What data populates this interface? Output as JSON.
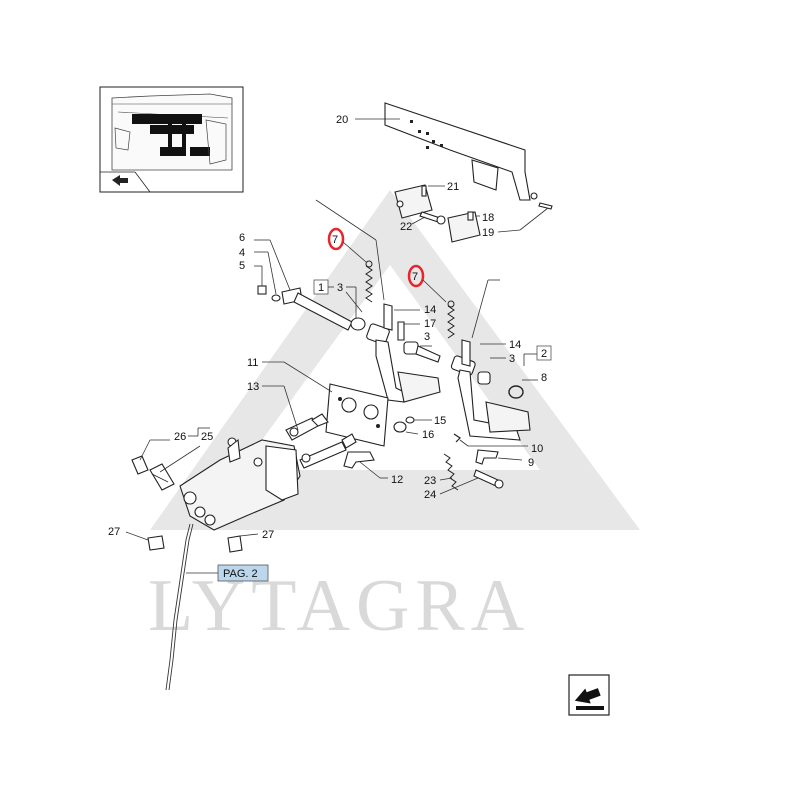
{
  "watermark": {
    "text": "LYTAGRA",
    "color": "#cfcfcf"
  },
  "page_ref": {
    "label": "PAG. 2",
    "fill": "#bcd6ec"
  },
  "highlight_color": "#e8242c",
  "callouts": {
    "c20": "20",
    "c21": "21",
    "c22": "22",
    "c18": "18",
    "c19": "19",
    "c6": "6",
    "c4": "4",
    "c5": "5",
    "c1": "1",
    "c3a": "3",
    "c14a": "14",
    "c17": "17",
    "c3b": "3",
    "c14b": "14",
    "c3c": "3",
    "c2": "2",
    "c8": "8",
    "c11": "11",
    "c13": "13",
    "c15": "15",
    "c16": "16",
    "c10": "10",
    "c9": "9",
    "c26": "26",
    "c25": "25",
    "c12": "12",
    "c23": "23",
    "c24": "24",
    "c27a": "27",
    "c27b": "27",
    "c7a": "7",
    "c7b": "7"
  },
  "icons": {
    "thumbnail": "tractor-cab-pedals-thumbnail",
    "nav_arrow_small": "arrow-left-icon",
    "nav_arrow_large": "arrow-forward-box-icon"
  }
}
